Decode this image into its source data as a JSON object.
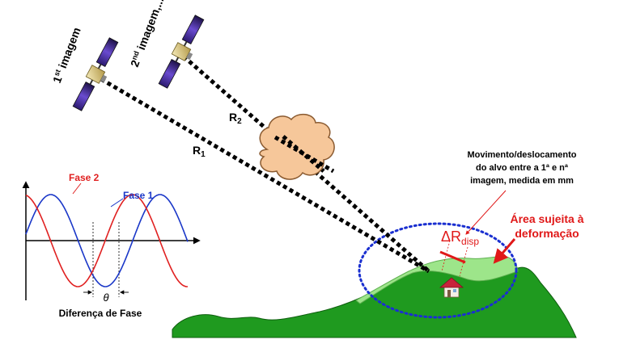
{
  "satellites": {
    "first": {
      "ordinal": "1",
      "suffix": "st",
      "word": " imagem"
    },
    "second": {
      "ordinal": "2",
      "suffix": "nd",
      "word": " imagem,..."
    }
  },
  "ranges": {
    "r1": {
      "main": "R",
      "sub": "1"
    },
    "r2": {
      "main": "R",
      "sub": "2"
    }
  },
  "phase_plot": {
    "fase1": "Fase 1",
    "fase2": "Fase 2",
    "theta": "θ",
    "diff_label": "Diferença de Fase"
  },
  "annotations": {
    "movement": [
      "Movimento/deslocamento",
      "do alvo entre a 1ª e nª",
      "imagem, medida em mm"
    ],
    "delta_main": "ΔR",
    "delta_sub": "disp",
    "area": [
      "Área sujeita à",
      "deformação"
    ]
  },
  "colors": {
    "fase1": "#1a37c8",
    "fase2": "#e02020",
    "accent_red": "#e01818",
    "ellipse": "#1a2fd0",
    "ground_dark": "#1f9a1f",
    "ground_light": "#9de58a",
    "cloud": "#f6c79a"
  }
}
